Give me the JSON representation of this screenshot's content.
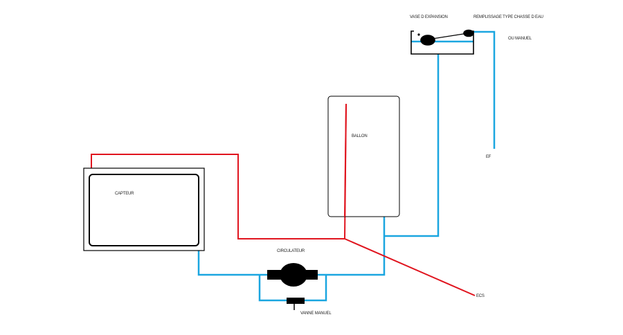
{
  "labels": {
    "vase": "VASE D EXPANSION",
    "remplissage": "REMPLISSAGE TYPE CHASSE D EAU",
    "ou_manuel": "OU MANUEL",
    "ef": "EF",
    "ballon": "BALLON",
    "capteur": "CAPTEUR",
    "circulateur": "CIRCULATEUR",
    "vanne": "VANNE MANUEL",
    "ecs": "ECS"
  },
  "colors": {
    "hot": "#e0141e",
    "cold": "#1aa6e0",
    "component": "#000000"
  }
}
